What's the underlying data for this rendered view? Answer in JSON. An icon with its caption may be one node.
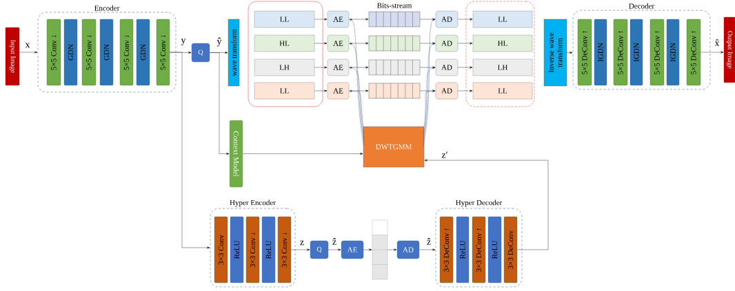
{
  "diagram": {
    "nodes": [
      {
        "text": [
          "Input Image"
        ]
      },
      {
        "text": [
          "Encoder"
        ]
      },
      {
        "text": [
          "5×5 Conv ↓"
        ],
        "in": 1
      },
      {
        "text": [
          "GDN"
        ],
        "in": 1
      },
      {
        "text": [
          "5×5 Conv ↓"
        ],
        "in": 1
      },
      {
        "text": [
          "GDN"
        ],
        "in": 1
      },
      {
        "text": [
          "5×5 Conv ↓"
        ],
        "in": 1
      },
      {
        "text": [
          "GDN"
        ],
        "in": 1
      },
      {
        "text": [
          "5×5 Conv ↓"
        ],
        "in": 1
      },
      {
        "text": [
          "Q"
        ]
      },
      {
        "text": [
          "wave transform"
        ]
      },
      {
        "text": [],
        "shape": "box"
      },
      {
        "text": [
          "LL"
        ],
        "in": 11
      },
      {
        "text": [
          "HL"
        ],
        "in": 11
      },
      {
        "text": [
          "LH"
        ],
        "in": 11
      },
      {
        "text": [
          "LL"
        ],
        "in": 11
      },
      {
        "text": [
          "AE"
        ]
      },
      {
        "text": [
          "AE"
        ]
      },
      {
        "text": [
          "AE"
        ]
      },
      {
        "text": [
          "AE"
        ]
      },
      {
        "text": [],
        "shape": "bar"
      },
      {
        "text": [],
        "shape": "bar"
      },
      {
        "text": [],
        "shape": "bar"
      },
      {
        "text": [],
        "shape": "bar"
      },
      {
        "text": [
          "AD"
        ]
      },
      {
        "text": [
          "AD"
        ]
      },
      {
        "text": [
          "AD"
        ]
      },
      {
        "text": [
          "AD"
        ]
      },
      {
        "text": [],
        "shape": "box"
      },
      {
        "text": [
          "LL"
        ],
        "in": 28
      },
      {
        "text": [
          "HL"
        ],
        "in": 28
      },
      {
        "text": [
          "LH"
        ],
        "in": 28
      },
      {
        "text": [
          "LL"
        ],
        "in": 28
      },
      {
        "text": [
          "Inverse wave transform"
        ]
      },
      {
        "text": [
          "Decoder"
        ]
      },
      {
        "text": [
          "5×5 DeConv ↑"
        ],
        "in": 34
      },
      {
        "text": [
          "IGDN"
        ],
        "in": 34
      },
      {
        "text": [
          "5×5 DeConv ↑"
        ],
        "in": 34
      },
      {
        "text": [
          "IGDN"
        ],
        "in": 34
      },
      {
        "text": [
          "5×5 DeConv ↑"
        ],
        "in": 34
      },
      {
        "text": [
          "IGDN"
        ],
        "in": 34
      },
      {
        "text": [
          "5×5 DeConv ↑"
        ],
        "in": 34
      },
      {
        "text": [
          "Output Image"
        ]
      },
      {
        "text": [
          "Context Model"
        ]
      },
      {
        "text": [
          "DWTGMM"
        ]
      },
      {
        "text": [
          "Hyper Encoder"
        ]
      },
      {
        "text": [
          "3×3 Conv"
        ],
        "in": 45
      },
      {
        "text": [
          "ReLU"
        ],
        "in": 45
      },
      {
        "text": [
          "3×3 Conv ↓"
        ],
        "in": 45
      },
      {
        "text": [
          "ReLU"
        ],
        "in": 45
      },
      {
        "text": [
          "3×3 Conv ↓"
        ],
        "in": 45
      },
      {
        "text": [
          "Q"
        ]
      },
      {
        "text": [
          "AE"
        ]
      },
      {
        "text": [],
        "shape": "bar"
      },
      {
        "text": [
          "AD"
        ]
      },
      {
        "text": [
          "Hyper Decoder"
        ]
      },
      {
        "text": [
          "3×3 DeConv ↑"
        ],
        "in": 55
      },
      {
        "text": [
          "ReLU"
        ],
        "in": 55
      },
      {
        "text": [
          "3×3 DeConv ↑"
        ],
        "in": 55
      },
      {
        "text": [
          "ReLU"
        ],
        "in": 55
      },
      {
        "text": [
          "3×3 DeConv"
        ],
        "in": 55
      }
    ],
    "edges": [
      {
        "from": 0,
        "to": 1,
        "arrow": "to",
        "label": "x"
      },
      {
        "from": 8,
        "to": 9,
        "arrow": "to",
        "label": "y"
      },
      {
        "from": 9,
        "to": 10,
        "arrow": "to",
        "label": "ŷ"
      },
      {
        "from": 8,
        "to": 45,
        "arrow": "to"
      },
      {
        "from": 9,
        "to": 43,
        "arrow": "to"
      },
      {
        "from": 43,
        "to": 44,
        "arrow": "to"
      },
      {
        "from": 12,
        "to": 16,
        "arrow": "to"
      },
      {
        "from": 13,
        "to": 17,
        "arrow": "to"
      },
      {
        "from": 14,
        "to": 18,
        "arrow": "to"
      },
      {
        "from": 15,
        "to": 19,
        "arrow": "to"
      },
      {
        "from": 16,
        "to": 20,
        "arrow": "to"
      },
      {
        "from": 17,
        "to": 21,
        "arrow": "to"
      },
      {
        "from": 18,
        "to": 22,
        "arrow": "to"
      },
      {
        "from": 19,
        "to": 23,
        "arrow": "to"
      },
      {
        "from": 20,
        "to": 24,
        "arrow": "to"
      },
      {
        "from": 21,
        "to": 25,
        "arrow": "to"
      },
      {
        "from": 22,
        "to": 26,
        "arrow": "to"
      },
      {
        "from": 23,
        "to": 27,
        "arrow": "to"
      },
      {
        "from": 24,
        "to": 29,
        "arrow": "to"
      },
      {
        "from": 25,
        "to": 30,
        "arrow": "to"
      },
      {
        "from": 26,
        "to": 31,
        "arrow": "to"
      },
      {
        "from": 27,
        "to": 32,
        "arrow": "to"
      },
      {
        "from": 44,
        "to": 16,
        "arrow": "to",
        "style": "dashed",
        "color": "#1f3b7a"
      },
      {
        "from": 44,
        "to": 17,
        "arrow": "to",
        "style": "dashed",
        "color": "#1f3b7a"
      },
      {
        "from": 44,
        "to": 18,
        "arrow": "to",
        "style": "dashed",
        "color": "#1f3b7a"
      },
      {
        "from": 44,
        "to": 19,
        "arrow": "to",
        "style": "dashed",
        "color": "#1f3b7a"
      },
      {
        "from": 44,
        "to": 24,
        "arrow": "to",
        "style": "dashed",
        "color": "#1f3b7a"
      },
      {
        "from": 44,
        "to": 25,
        "arrow": "to",
        "style": "dashed",
        "color": "#1f3b7a"
      },
      {
        "from": 44,
        "to": 26,
        "arrow": "to",
        "style": "dashed",
        "color": "#1f3b7a"
      },
      {
        "from": 44,
        "to": 27,
        "arrow": "to",
        "style": "dashed",
        "color": "#1f3b7a"
      },
      {
        "from": 33,
        "to": 34,
        "arrow": "to"
      },
      {
        "from": 41,
        "to": 42,
        "arrow": "to",
        "label": "x̂"
      },
      {
        "from": 50,
        "to": 51,
        "arrow": "to",
        "label": "z"
      },
      {
        "from": 51,
        "to": 52,
        "arrow": "to",
        "label": "ẑ"
      },
      {
        "from": 52,
        "to": 53,
        "arrow": "to"
      },
      {
        "from": 53,
        "to": 54,
        "arrow": "to"
      },
      {
        "from": 54,
        "to": 55,
        "arrow": "to",
        "label": "ẑ"
      },
      {
        "from": 60,
        "to": 44,
        "arrow": "to",
        "label": "z′"
      }
    ],
    "labels": [
      "Bits-stream"
    ]
  }
}
